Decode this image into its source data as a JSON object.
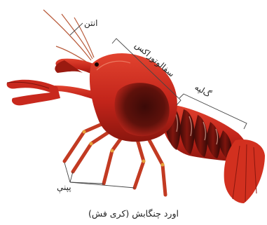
{
  "labels": {
    "antenna": "انتن",
    "cephalothorax": "سفالوتوراکس",
    "abdomen": "گ‌لپه",
    "legs": "پپنې"
  },
  "caption": "اورد چنگابش (کری فش)",
  "colors": {
    "body": "#c8281d",
    "body_dark": "#7a120c",
    "carapace_spot": "#2a0806",
    "leg": "#d24a2a",
    "leader_line": "#444444",
    "text": "#222222"
  }
}
